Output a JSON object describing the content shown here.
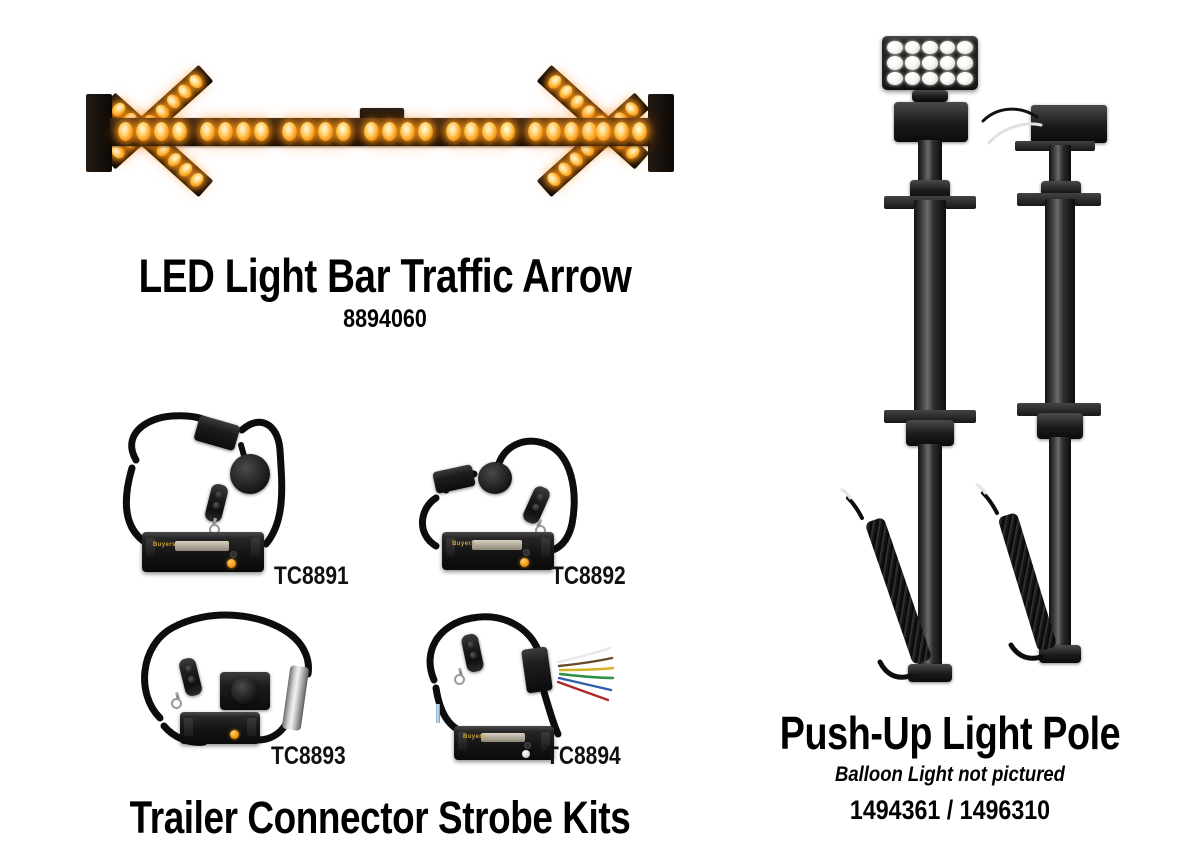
{
  "page": {
    "background_color": "#ffffff",
    "accent_amber": "#ffb21e",
    "body_black": "#111111"
  },
  "products": {
    "light_bar": {
      "title": "LED Light Bar Traffic Arrow",
      "sku": "8894060",
      "icon": "led-traffic-arrow-bar",
      "led_color": "#ffb21e",
      "led_clusters": [
        4,
        4,
        4,
        4,
        4,
        4,
        4,
        4
      ],
      "arm_led_count": 8
    },
    "strobe_kits": {
      "title": "Trailer Connector Strobe Kits",
      "items": [
        {
          "part": "TC8891",
          "icon": "strobe-kit-7way-plug-socket"
        },
        {
          "part": "TC8892",
          "icon": "strobe-kit-round-connector"
        },
        {
          "part": "TC8893",
          "icon": "strobe-kit-pin-plug-socket"
        },
        {
          "part": "TC8894",
          "icon": "strobe-kit-bare-wire-leads"
        }
      ]
    },
    "light_pole": {
      "title": "Push-Up Light Pole",
      "note": "Balloon Light not pictured",
      "sku": "1494361 / 1496310",
      "icon": "telescoping-push-up-light-pole",
      "led_panel": {
        "columns": 5,
        "rows": 3,
        "count": 15,
        "color": "#ffffff"
      }
    }
  }
}
